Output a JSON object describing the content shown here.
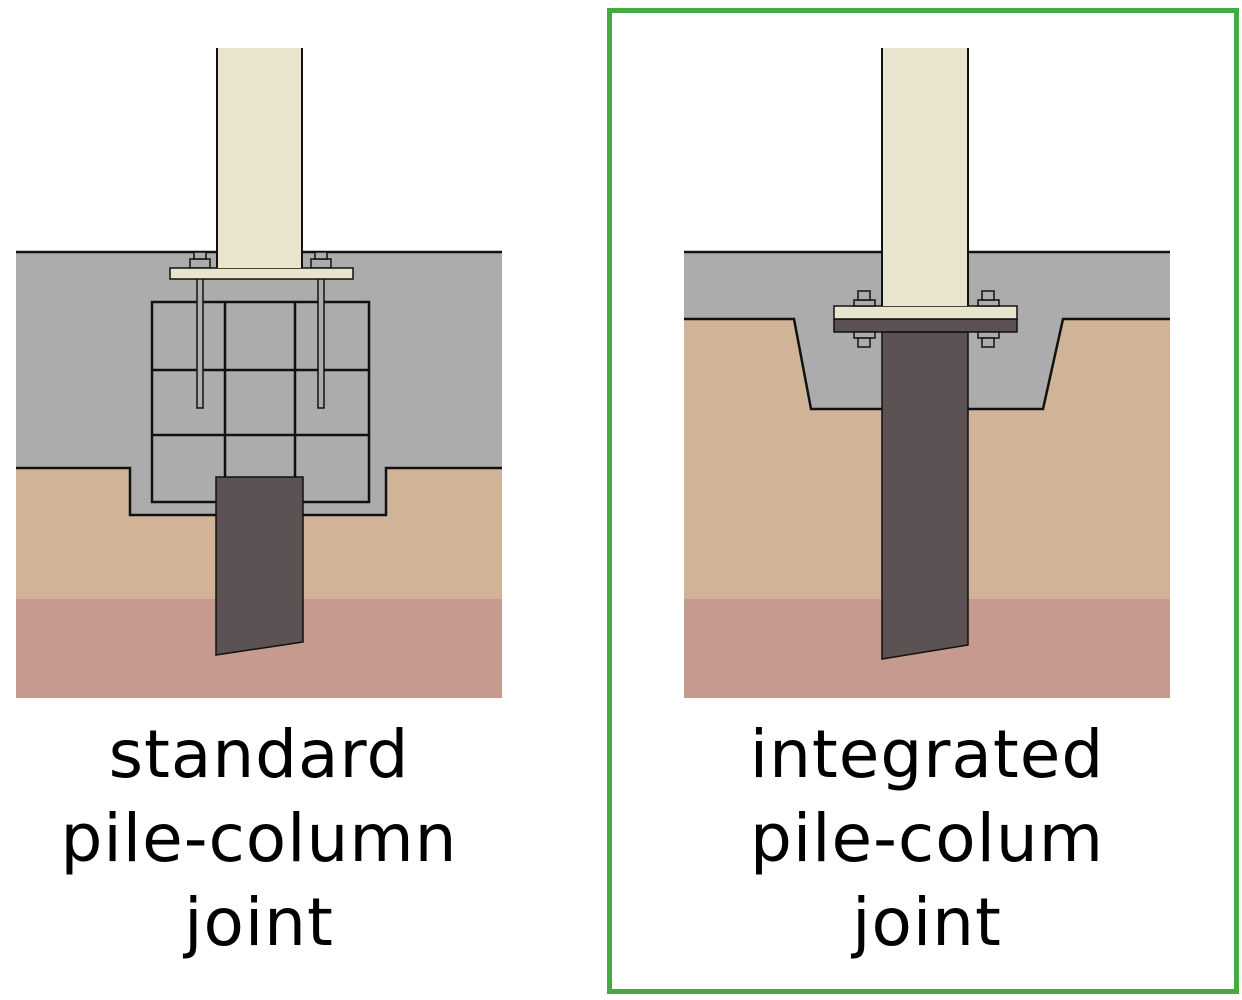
{
  "colors": {
    "concrete": "#acacac",
    "soil_upper": "#d1b497",
    "soil_lower": "#c79a8f",
    "column": "#e8e4cd",
    "pile": "#5c5253",
    "outline": "#111111",
    "highlight": "#44ab44",
    "background": "#ffffff"
  },
  "panels": [
    {
      "id": "standard",
      "caption_lines": [
        "standard",
        "pile-column",
        "joint"
      ],
      "highlighted": false,
      "components": [
        "concrete-pile-cap",
        "steel-column",
        "base-plate",
        "anchor-bolts",
        "rebar-cage",
        "pile",
        "upper-soil-layer",
        "lower-soil-layer"
      ]
    },
    {
      "id": "integrated",
      "caption_lines": [
        "integrated",
        "pile-colum",
        "joint"
      ],
      "highlighted": true,
      "components": [
        "concrete-pile-cap",
        "steel-column",
        "column-flange",
        "pile-flange",
        "flange-bolts",
        "pile",
        "upper-soil-layer",
        "lower-soil-layer"
      ]
    }
  ]
}
